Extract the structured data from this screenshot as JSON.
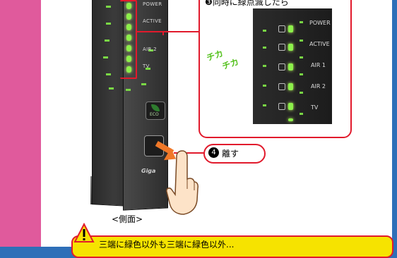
{
  "zoom_callout": {
    "step_number": "❸",
    "title": "同時に緑点滅したら",
    "sparkle_text_1": "チカ",
    "sparkle_text_2": "チカ",
    "labels": [
      "POWER",
      "ACTIVE",
      "AIR 1",
      "AIR 2",
      "TV"
    ]
  },
  "router": {
    "labels": [
      "POWER",
      "ACTIVE",
      "AIR 2",
      "TV"
    ],
    "eco_label": "ECO",
    "brand": "Giga"
  },
  "release_step": {
    "number": "❹",
    "label": "離す"
  },
  "side_caption": "<側面>",
  "warning": {
    "text": "三端に緑色以外も三端に緑色以外..."
  },
  "colors": {
    "led_green": "#8cf04a",
    "callout_red": "#e11a2c",
    "warning_yellow": "#f6e300",
    "sidebar_pink": "#e05a9c",
    "frame_blue": "#2e6fb8"
  }
}
